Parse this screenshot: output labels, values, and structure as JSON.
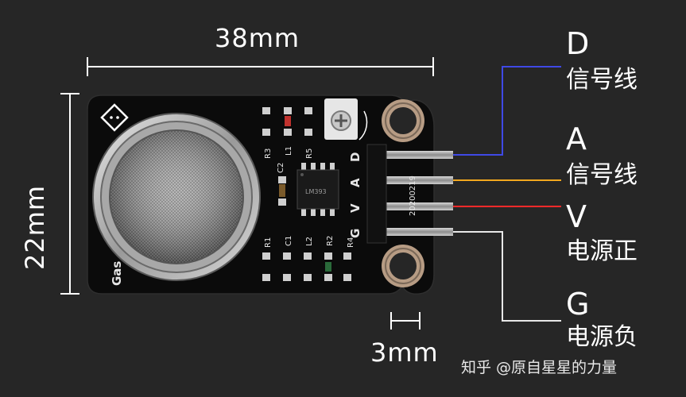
{
  "dimensions": {
    "width": "38mm",
    "height": "22mm",
    "pin_pitch": "3mm"
  },
  "board": {
    "label": "Gas",
    "pin_letters": [
      "D",
      "A",
      "V",
      "G"
    ],
    "silk_codes": [
      "R3",
      "L1",
      "R5",
      "C2",
      "R1",
      "C1",
      "L2",
      "R2",
      "R4"
    ],
    "chip_text": "LM393",
    "date_code": "20200219"
  },
  "pins": [
    {
      "letter": "D",
      "desc": "信号线",
      "wire_color": "#3f49e6"
    },
    {
      "letter": "A",
      "desc": "信号线",
      "wire_color": "#f2a81e"
    },
    {
      "letter": "V",
      "desc": "电源正",
      "wire_color": "#ff2a2a"
    },
    {
      "letter": "G",
      "desc": "电源负",
      "wire_color": "#e8e8e8"
    }
  ],
  "watermark": "知乎 @原自星星的力量"
}
